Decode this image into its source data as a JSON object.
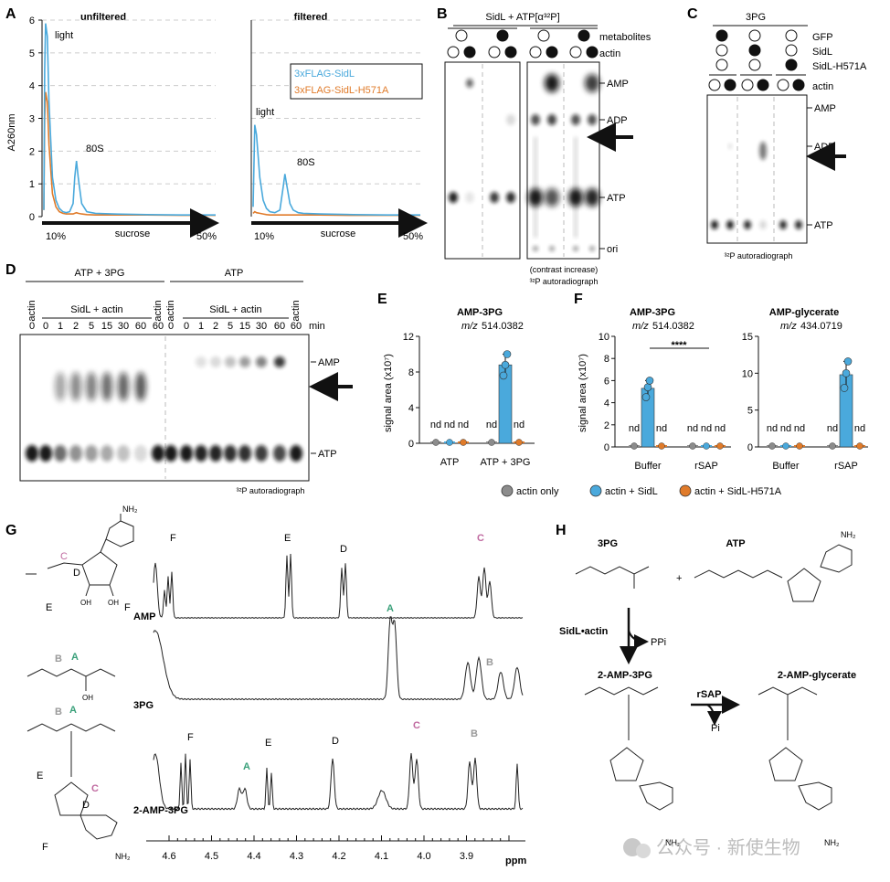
{
  "colors": {
    "sidl": "#4aa9dc",
    "h571a": "#e07b2a",
    "actin_only": "#8c8c8c",
    "nmr_A": "#3aa07a",
    "nmr_B": "#9a9a9a",
    "nmr_C": "#c06aa0"
  },
  "panelA": {
    "letter": "A",
    "left_title": "unfiltered",
    "right_title": "filtered",
    "ylabel": "A260nm",
    "yticks": [
      "0",
      "1",
      "2",
      "3",
      "4",
      "5",
      "6"
    ],
    "xlabel": "sucrose",
    "x_start": "10%",
    "x_end": "50%",
    "annot_light": "light",
    "annot_80S": "80S",
    "legend": [
      "3xFLAG-SidL",
      "3xFLAG-SidL-H571A"
    ]
  },
  "panelB": {
    "letter": "B",
    "header": "SidL + ATP[α³²P]",
    "row1": "metabolites",
    "row2": "actin",
    "spots": [
      "AMP",
      "ADP",
      "ATP",
      "ori"
    ],
    "caption1": "(contrast increase)",
    "caption2": "³²P autoradiograph"
  },
  "panelC": {
    "letter": "C",
    "header": "3PG",
    "rows": [
      "GFP",
      "SidL",
      "SidL-H571A",
      "actin"
    ],
    "spots": [
      "AMP",
      "ADP",
      "ATP"
    ],
    "caption": "³²P autoradiograph"
  },
  "panelD": {
    "letter": "D",
    "group1": "ATP + 3PG",
    "group2": "ATP",
    "actin": "actin",
    "sub": "SidL + actin",
    "times1": [
      "0",
      "0",
      "1",
      "2",
      "5",
      "15",
      "30",
      "60",
      "60"
    ],
    "times2": [
      "0",
      "0",
      "1",
      "2",
      "5",
      "15",
      "30",
      "60",
      "60"
    ],
    "min": "min",
    "spots": [
      "AMP",
      "ATP"
    ],
    "caption": "³²P autoradiograph"
  },
  "panelE": {
    "letter": "E",
    "title": "AMP-3PG",
    "mz_label": "m/z",
    "mz_value": "514.0382",
    "ylabel": "signal area (x10⁷)",
    "yticks": [
      "0",
      "4",
      "8",
      "12"
    ],
    "categories": [
      "ATP",
      "ATP + 3PG"
    ],
    "nd": "nd"
  },
  "panelF": {
    "letter": "F",
    "title1": "AMP-3PG",
    "mz1": "514.0382",
    "title2": "AMP-glycerate",
    "mz2": "434.0719",
    "mz_label": "m/z",
    "ylabel": "signal area (x10⁷)",
    "yticks1": [
      "0",
      "2",
      "4",
      "6",
      "8",
      "10"
    ],
    "yticks2": [
      "0",
      "5",
      "10",
      "15"
    ],
    "categories": [
      "Buffer",
      "rSAP"
    ],
    "sig": "****",
    "nd": "nd"
  },
  "legendEF": [
    "actin only",
    "actin + SidL",
    "actin + SidL-H571A"
  ],
  "chart_data": [
    {
      "type": "line",
      "title": "unfiltered",
      "ylabel": "A260nm",
      "xlabel": "sucrose",
      "ylim": [
        0,
        6
      ],
      "series": [
        {
          "name": "3xFLAG-SidL",
          "x": [
            0,
            0.5,
            1,
            2,
            3,
            5,
            7,
            9,
            11,
            13,
            15,
            17,
            18,
            19,
            20,
            22,
            25,
            30,
            40,
            60,
            80,
            100
          ],
          "y": [
            0.2,
            4.5,
            5.9,
            5.5,
            3.5,
            1.2,
            0.5,
            0.25,
            0.15,
            0.12,
            0.15,
            0.4,
            1.2,
            1.7,
            1.2,
            0.4,
            0.15,
            0.1,
            0.08,
            0.06,
            0.05,
            0.05
          ]
        },
        {
          "name": "3xFLAG-SidL-H571A",
          "x": [
            0,
            0.5,
            1,
            2,
            3,
            5,
            7,
            9,
            11,
            13,
            15,
            17,
            18,
            19,
            20,
            22,
            25,
            30,
            40,
            60,
            80,
            100
          ],
          "y": [
            0.2,
            3.0,
            3.8,
            3.5,
            2.2,
            0.7,
            0.3,
            0.15,
            0.1,
            0.08,
            0.08,
            0.08,
            0.1,
            0.12,
            0.1,
            0.08,
            0.06,
            0.05,
            0.05,
            0.05,
            0.04,
            0.04
          ]
        }
      ]
    },
    {
      "type": "line",
      "title": "filtered",
      "ylim": [
        0,
        6
      ],
      "series": [
        {
          "name": "3xFLAG-SidL",
          "x": [
            0,
            1,
            2,
            4,
            6,
            8,
            10,
            13,
            16,
            18,
            19,
            20,
            22,
            24,
            27,
            30,
            40,
            60,
            80,
            100
          ],
          "y": [
            0.3,
            2.8,
            2.5,
            1.2,
            0.5,
            0.25,
            0.15,
            0.12,
            0.2,
            0.9,
            1.3,
            1.0,
            0.4,
            0.2,
            0.12,
            0.1,
            0.08,
            0.06,
            0.05,
            0.05
          ]
        },
        {
          "name": "3xFLAG-SidL-H571A",
          "x": [
            0,
            1,
            2,
            4,
            6,
            8,
            10,
            13,
            16,
            18,
            19,
            20,
            22,
            24,
            27,
            30,
            40,
            60,
            80,
            100
          ],
          "y": [
            0.1,
            0.15,
            0.12,
            0.1,
            0.08,
            0.06,
            0.05,
            0.05,
            0.05,
            0.05,
            0.05,
            0.05,
            0.05,
            0.05,
            0.05,
            0.05,
            0.05,
            0.04,
            0.04,
            0.04
          ]
        }
      ]
    },
    {
      "type": "bar",
      "title": "AMP-3PG",
      "ylabel": "signal area (x10⁷)",
      "categories": [
        "ATP",
        "ATP + 3PG"
      ],
      "ylim": [
        0,
        12
      ],
      "series": [
        {
          "name": "actin only",
          "values": [
            0,
            0
          ]
        },
        {
          "name": "actin + SidL",
          "values": [
            0,
            8.8
          ],
          "points": [
            [],
            [
              7.6,
              8.8,
              10.0
            ]
          ]
        },
        {
          "name": "actin + SidL-H571A",
          "values": [
            0,
            0
          ]
        }
      ]
    },
    {
      "type": "bar",
      "title": "AMP-3PG",
      "ylabel": "signal area (x10⁷)",
      "categories": [
        "Buffer",
        "rSAP"
      ],
      "ylim": [
        0,
        10
      ],
      "series": [
        {
          "name": "actin only",
          "values": [
            0,
            0
          ]
        },
        {
          "name": "actin + SidL",
          "values": [
            5.3,
            0
          ],
          "points": [
            [
              4.5,
              5.4,
              6.0
            ],
            []
          ]
        },
        {
          "name": "actin + SidL-H571A",
          "values": [
            0,
            0
          ]
        }
      ]
    },
    {
      "type": "bar",
      "title": "AMP-glycerate",
      "categories": [
        "Buffer",
        "rSAP"
      ],
      "ylim": [
        0,
        15
      ],
      "series": [
        {
          "name": "actin only",
          "values": [
            0,
            0
          ]
        },
        {
          "name": "actin + SidL",
          "values": [
            0,
            9.8
          ],
          "points": [
            [],
            [
              8.0,
              10.0,
              11.6
            ]
          ]
        },
        {
          "name": "actin + SidL-H571A",
          "values": [
            0,
            0
          ]
        }
      ]
    }
  ],
  "panelG": {
    "letter": "G",
    "traces": [
      "AMP",
      "3PG",
      "2-AMP-3PG"
    ],
    "peak_labels": [
      "F",
      "E",
      "D",
      "C",
      "A",
      "B"
    ],
    "x_ticks": [
      "4.6",
      "4.5",
      "4.4",
      "4.3",
      "4.2",
      "4.1",
      "4.0",
      "3.9"
    ],
    "x_unit": "ppm",
    "nh2": "NH₂",
    "oh": "OH"
  },
  "panelH": {
    "letter": "H",
    "r1": "3PG",
    "plus": "+",
    "r2": "ATP",
    "enzyme1": "SidL•actin",
    "by1": "PPi",
    "p1": "2-AMP-3PG",
    "enzyme2": "rSAP",
    "by2": "Pi",
    "p2": "2-AMP-glycerate"
  },
  "watermark": "公众号 · 新使生物"
}
